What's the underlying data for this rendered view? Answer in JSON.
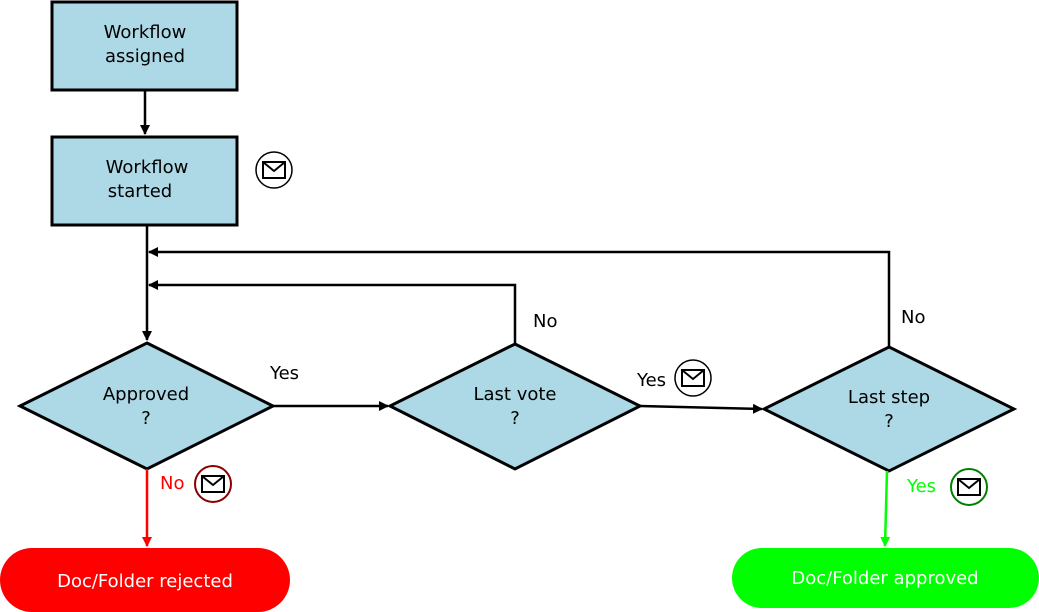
{
  "colors": {
    "node_fill": "#add8e6",
    "rejected": "#ff0000",
    "approved": "#00ff00",
    "no_mail_ring": "#8b0000",
    "yes_mail_ring": "#008000"
  },
  "nodes": {
    "assigned": {
      "line1": "Workflow",
      "line2": "assigned"
    },
    "started": {
      "line1": "Workflow",
      "line2": "started"
    },
    "approved_q": {
      "line1": "Approved",
      "line2": "?"
    },
    "last_vote_q": {
      "line1": "Last vote",
      "line2": "?"
    },
    "last_step_q": {
      "line1": "Last step",
      "line2": "?"
    },
    "rejected": {
      "label": "Doc/Folder rejected"
    },
    "approved": {
      "label": "Doc/Folder approved"
    }
  },
  "edge_labels": {
    "approved_yes": "Yes",
    "approved_no": "No",
    "vote_yes": "Yes",
    "vote_no": "No",
    "step_yes": "Yes",
    "step_no": "No"
  },
  "icons": [
    "mail-icon"
  ]
}
